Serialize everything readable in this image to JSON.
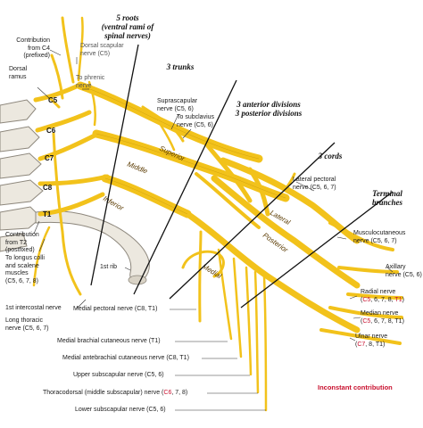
{
  "headings": {
    "roots": [
      "5 roots",
      "(ventral rami of",
      "spinal nerves)"
    ],
    "trunks": "3 trunks",
    "divisions": [
      "3 anterior divisions",
      "3 posterior divisions"
    ],
    "cords": "3 cords",
    "terminal": [
      "Terminal",
      "branches"
    ]
  },
  "roots": [
    "C5",
    "C6",
    "C7",
    "C8",
    "T1"
  ],
  "trunk_names": {
    "superior": "Superior",
    "middle": "Middle",
    "inferior": "Inferior"
  },
  "cord_names": {
    "lateral": "Lateral",
    "posterior": "Posterior",
    "medial": "Medial"
  },
  "labels": {
    "contrib_c4": [
      "Contribution",
      "from C4",
      "(prefixed)"
    ],
    "dorsal_ramus": [
      "Dorsal",
      "ramus"
    ],
    "dorsal_scapular": [
      "Dorsal scapular",
      "nerve (C5)"
    ],
    "to_phrenic": [
      "To phrenic",
      "nerve"
    ],
    "suprascapular": [
      "Suprascapular",
      "nerve (C5, 6)"
    ],
    "to_subclavius": [
      "To subclavius",
      "nerve (C5, 6)"
    ],
    "lateral_pectoral": [
      "Lateral pectoral",
      "nerve (C5, 6, 7)"
    ],
    "musculocutaneous": [
      "Musculocutaneous",
      "nerve (C5, 6, 7)"
    ],
    "axillary": [
      "Axillary",
      "nerve (C5, 6)"
    ],
    "radial_1": "Radial nerve",
    "radial_2a": "(",
    "radial_2b": "C5",
    "radial_2c": ", 6, 7, 8, ",
    "radial_2d": "T1",
    "radial_2e": ")",
    "median_1": "Median nerve",
    "median_2a": "(",
    "median_2b": "C5",
    "median_2c": ", 6, 7, 8, T1)",
    "ulnar_1": "Ulnar nerve",
    "ulnar_2a": "(",
    "ulnar_2b": "C7",
    "ulnar_2c": ", 8, T1)",
    "contrib_t2": [
      "Contribution",
      "from T2",
      "(postfixed)"
    ],
    "longus": [
      "To longus colli",
      "and scalene",
      "muscles",
      "(C5, 6, 7, 8)"
    ],
    "first_rib": "1st rib",
    "first_intercostal": "1st intercostal nerve",
    "long_thoracic": [
      "Long thoracic",
      "nerve (C5, 6, 7)"
    ],
    "medial_pectoral": "Medial pectoral nerve (C8, T1)",
    "medial_brachial": "Medial brachial cutaneous nerve (T1)",
    "medial_antebrachial": "Medial antebrachial cutaneous nerve (C8, T1)",
    "upper_subscapular": "Upper subscapular nerve (C5, 6)",
    "thoraco_a": "Thoracodorsal (middle subscapular) nerve (",
    "thoraco_b": "C6",
    "thoraco_c": ", 7, 8)",
    "lower_subscapular": "Lower subscapular nerve (C5, 6)",
    "inconstant": "Inconstant contribution"
  },
  "colors": {
    "nerve": "#f2c21b",
    "nerve_edge": "#b88a00",
    "bone": "#ece8df",
    "bone_edge": "#8d877c",
    "red": "#c8102e",
    "divider": "#111111"
  }
}
